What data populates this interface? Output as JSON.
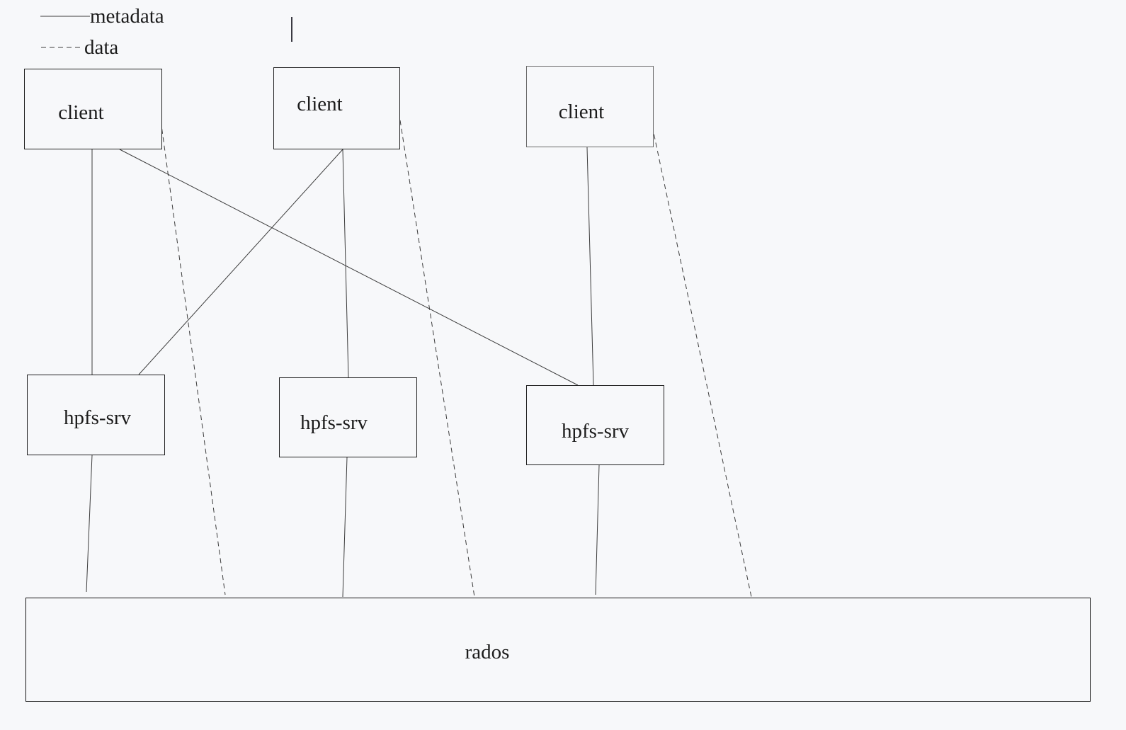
{
  "colors": {
    "background": "#f7f8fa",
    "edge_line": "#3c3c3c",
    "box_border": "#1f1f1f",
    "box_border_light": "#686868",
    "text": "#1b1b1b"
  },
  "legend": {
    "metadata_label": "metadata",
    "data_label": "data"
  },
  "nodes": {
    "client1": {
      "label": "client"
    },
    "client2": {
      "label": "client"
    },
    "client3": {
      "label": "client"
    },
    "server1": {
      "label": "hpfs-srv"
    },
    "server2": {
      "label": "hpfs-srv"
    },
    "server3": {
      "label": "hpfs-srv"
    },
    "storage": {
      "label": "rados"
    }
  },
  "edges": [
    {
      "from": "client1",
      "to": "server1",
      "type": "metadata"
    },
    {
      "from": "client1",
      "to": "server3",
      "type": "metadata"
    },
    {
      "from": "client2",
      "to": "server1",
      "type": "metadata"
    },
    {
      "from": "client2",
      "to": "server2",
      "type": "metadata"
    },
    {
      "from": "client3",
      "to": "server3",
      "type": "metadata"
    },
    {
      "from": "server1",
      "to": "storage",
      "type": "metadata"
    },
    {
      "from": "server2",
      "to": "storage",
      "type": "metadata"
    },
    {
      "from": "server3",
      "to": "storage",
      "type": "metadata"
    },
    {
      "from": "client1",
      "to": "storage",
      "type": "data"
    },
    {
      "from": "client2",
      "to": "storage",
      "type": "data"
    },
    {
      "from": "client3",
      "to": "storage",
      "type": "data"
    }
  ]
}
